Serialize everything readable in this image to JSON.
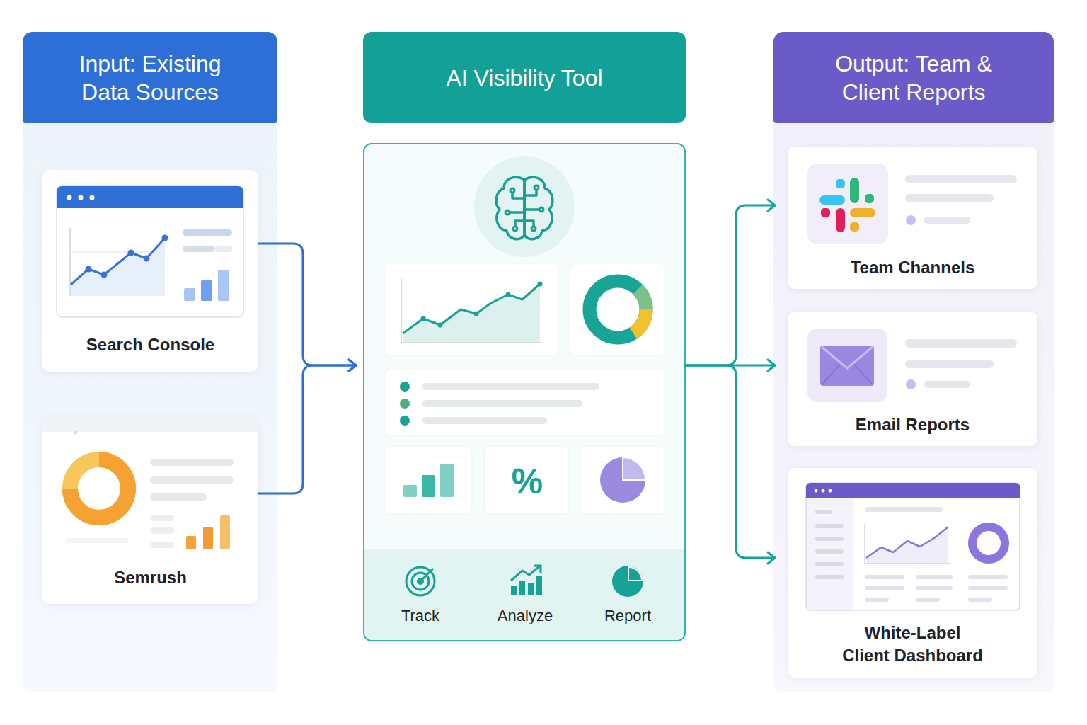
{
  "diagram": {
    "nodes": [
      {
        "text": [
          "Input: Existing Data Sources"
        ]
      },
      {
        "text": [
          "Search Console"
        ],
        "in": 0
      },
      {
        "text": [
          "Semrush"
        ],
        "in": 0
      },
      {
        "text": [
          "AI Visibility Tool"
        ]
      },
      {
        "text": [
          "Output: Team & Client Reports"
        ]
      },
      {
        "text": [
          "Team Channels"
        ],
        "in": 4
      },
      {
        "text": [
          "Email Reports"
        ],
        "in": 4
      },
      {
        "text": [
          "White-Label Client Dashboard"
        ],
        "in": 4
      }
    ],
    "edges": [
      {
        "from": 1,
        "to": 3,
        "arrow": "to"
      },
      {
        "from": 2,
        "to": 3,
        "arrow": "to"
      },
      {
        "from": 3,
        "to": 5,
        "arrow": "to"
      },
      {
        "from": 3,
        "to": 6,
        "arrow": "to"
      },
      {
        "from": 3,
        "to": 7,
        "arrow": "to"
      }
    ],
    "labels": [
      "%",
      "Track",
      "Analyze",
      "Report"
    ]
  }
}
